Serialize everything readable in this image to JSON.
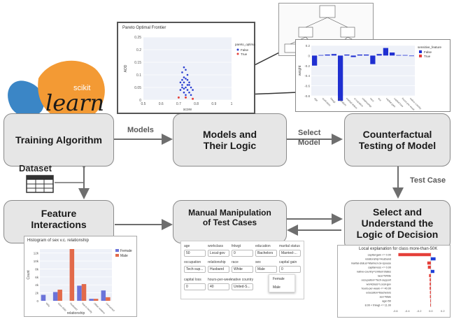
{
  "boxes": {
    "training": "Training Algorithm",
    "models": "Models and\nTheir Logic",
    "counterfactual": "Counterfactual\nTesting of Model",
    "feature": "Feature\nInteractions",
    "manual": "Manual Manipulation\nof Test Cases",
    "select": "Select and\nUnderstand the\nLogic of Decision"
  },
  "edges": {
    "models": "Models",
    "select_model": "Select\nModel",
    "test_case": "Test Case",
    "dataset": "Dataset"
  },
  "logo": {
    "small": "scikit",
    "big": "learn"
  },
  "pareto": {
    "title": "Pareto Optimal Frontier",
    "xlabel": "score",
    "ylabel": "AOD",
    "legend_title": "pareto_optimal",
    "legend": [
      "False",
      "True"
    ],
    "colors": {
      "false": "#2b3fd1",
      "true": "#e5403a"
    },
    "x_ticks": [
      "0.5",
      "0.6",
      "0.7",
      "0.8",
      "0.9",
      "1"
    ],
    "y_ticks": [
      "0.25",
      "0.2",
      "0.15",
      "0.1",
      "0.05",
      "0"
    ]
  },
  "weights": {
    "ylabel": "weight",
    "y_ticks": [
      "0.2",
      "0",
      "-0.2",
      "-0.4",
      "-0.6",
      "-0.8"
    ],
    "legend_title": "sensitive_feature",
    "legend": [
      "False",
      "True"
    ],
    "values": [
      -0.2,
      0.01,
      0.02,
      0.03,
      -0.9,
      0.02,
      -0.03,
      0.02,
      0.02,
      -0.17,
      0.03,
      0.15,
      0.06,
      0.01,
      0.01,
      0.0
    ],
    "categories": [
      "age",
      "workclass",
      "fnlwgt",
      "education",
      "marital-status",
      "occupation",
      "relationship",
      "race",
      "sex",
      "capital-gain",
      "capital-loss",
      "hours-per-week",
      "native-country"
    ]
  },
  "histogram": {
    "title": "Histogram of sex v.c. relationship",
    "xlabel": "relationship",
    "ylabel": "Count",
    "legend": [
      "Female",
      "Male"
    ],
    "colors": {
      "female": "#6b73d9",
      "male": "#e26a4a"
    },
    "y_ticks": [
      "12k",
      "10k",
      "8k",
      "6k",
      "4k",
      "2k",
      "0"
    ],
    "categories": [
      "Wife",
      "Own-child",
      "Husband",
      "Not-in-family",
      "Other-relative",
      "Unmarried"
    ],
    "female": [
      1500,
      2200,
      1,
      3800,
      500,
      2600
    ],
    "male": [
      0,
      2800,
      13000,
      4200,
      500,
      900
    ]
  },
  "form": {
    "labels": [
      "age",
      "workclass",
      "fnlwgt",
      "education",
      "marital status",
      "occupation",
      "relationship",
      "race",
      "sex",
      "capital gain",
      "capital loss",
      "hours-per-week",
      "native country"
    ],
    "values": [
      "50",
      "Local-gov",
      "0",
      "Bachelors",
      "Married-...",
      "Tech-sup...",
      "Husband",
      "White",
      "Male",
      "0",
      "0",
      "40",
      "United-S..."
    ],
    "dropdown": [
      "Female",
      "Male"
    ]
  },
  "lime": {
    "title": "Local explanation for class more-than-50K",
    "features": [
      "capital-gain <= 0.00",
      "relationship=Husband",
      "marital-status=Married-civ-spouse",
      "capital-loss <= 0.00",
      "native-country=United-States",
      "race=White",
      "occupation=Tech-support",
      "workclass=Local-gov",
      "hours-per-week <= 40.00",
      "education=Bachelors",
      "sex=Male",
      "age>50",
      "8.00 < fnlwgt <= 11.00"
    ],
    "weights": [
      -0.55,
      0.08,
      -0.06,
      -0.05,
      0.06,
      -0.03,
      -0.02,
      -0.02,
      -0.02,
      -0.015,
      -0.015,
      -0.01,
      -0.01
    ],
    "x_ticks": [
      "-0.6",
      "-0.4",
      "-0.2",
      "0.0",
      "0.2"
    ],
    "colors": {
      "pos": "#1f3fd9",
      "neg": "#e5403a"
    }
  }
}
